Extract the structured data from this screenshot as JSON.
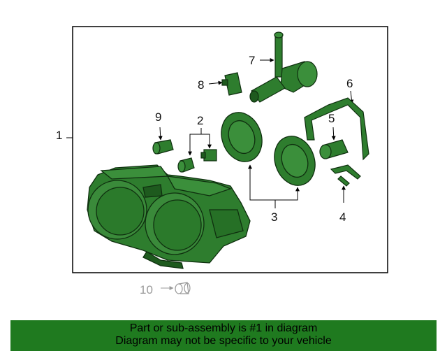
{
  "callouts": {
    "c1": "1",
    "c2": "2",
    "c3": "3",
    "c4": "4",
    "c5": "5",
    "c6": "6",
    "c7": "7",
    "c8": "8",
    "c9": "9",
    "c10": "10"
  },
  "banner": {
    "line1": "Part or sub-assembly is #1 in diagram",
    "line2": "Diagram may not be specific to your vehicle",
    "color": "#1f7a1f"
  },
  "colors": {
    "part_fill": "#2e7d2e",
    "part_dark": "#1e5a1e",
    "frame": "#000000"
  }
}
